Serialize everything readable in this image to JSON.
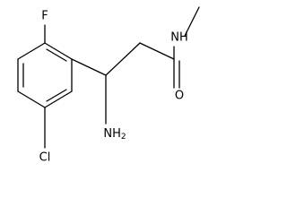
{
  "molecule": {
    "atoms": {
      "fluorine": "F",
      "chlorine": "Cl",
      "amine": "NH2",
      "amine_main": "NH",
      "amine_sub": "2",
      "amide_nitrogen": "NH",
      "carbonyl_oxygen": "O"
    }
  }
}
